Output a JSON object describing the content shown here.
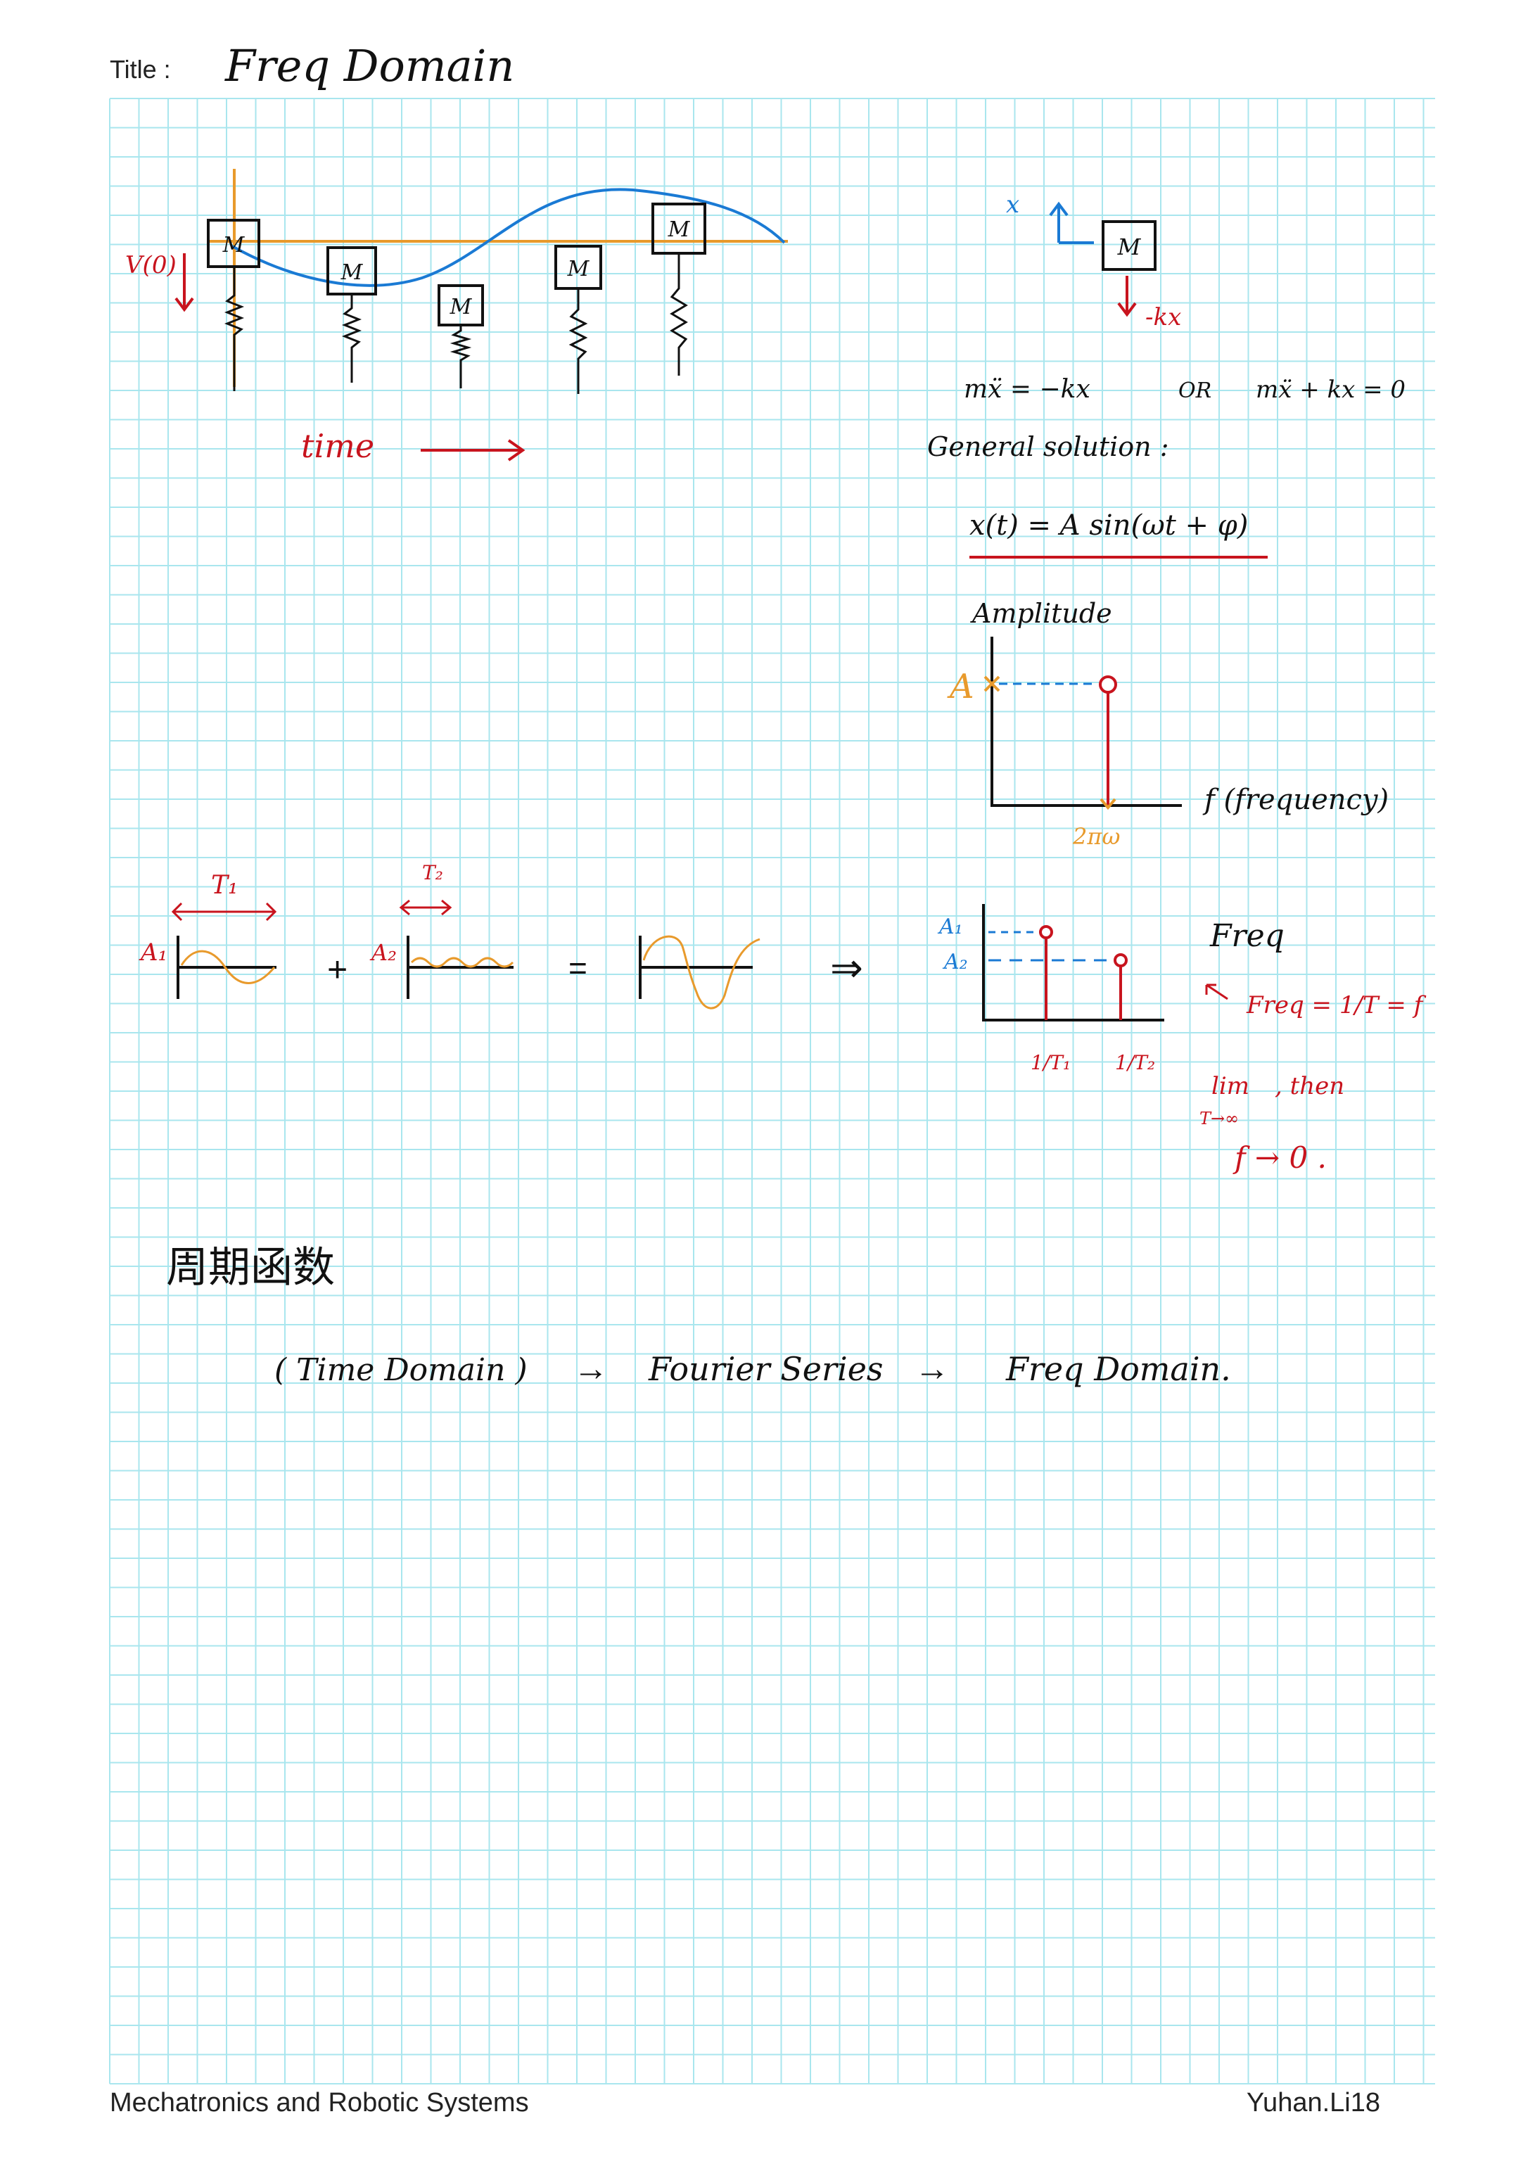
{
  "header": {
    "title_label": "Title :",
    "title_value": "Freq Domain"
  },
  "footer": {
    "course": "Mechatronics and Robotic Systems",
    "author": "Yuhan.Li18"
  },
  "spring_diagram": {
    "initial_velocity": "V(0)",
    "mass_label": "M",
    "time_label": "time"
  },
  "free_body": {
    "axis_label": "x",
    "mass_label": "M",
    "force_label": "-kx"
  },
  "equations": {
    "eq1": "mẍ = −kx",
    "or_word": "OR",
    "eq2": "mẍ + kx = 0",
    "general_solution": "General solution :",
    "solution": "x(t) = A sin(ωt + φ)"
  },
  "amplitude_plot": {
    "ylabel": "Amplitude",
    "xlabel": "f (frequency)",
    "amp_label": "A",
    "freq_label": "2πω"
  },
  "sum_row": {
    "period1": "T₁",
    "amp1": "A₁",
    "plus": "+",
    "period2": "T₂",
    "amp2": "A₂",
    "equals": "=",
    "implies": "⇒"
  },
  "spectrum": {
    "a1": "A₁",
    "a2": "A₂",
    "f1": "1/T₁",
    "f2": "1/T₂"
  },
  "freq_notes": {
    "heading": "Freq",
    "relation": "Freq = 1/T = f",
    "lim": "lim",
    "lim_sub": "T→∞",
    "then": ", then",
    "conclusion": "f → 0 ."
  },
  "bottom": {
    "chinese": "周期函数",
    "time_domain": "( Time Domain )",
    "arrow1": "→",
    "fourier": "Fourier Series",
    "arrow2": "→",
    "freq_domain": "Freq Domain."
  },
  "colors": {
    "grid": "#9fe3ec",
    "red": "#c8141e",
    "orange": "#e89a2c",
    "blue": "#1a7ad4",
    "ink": "#111111"
  }
}
